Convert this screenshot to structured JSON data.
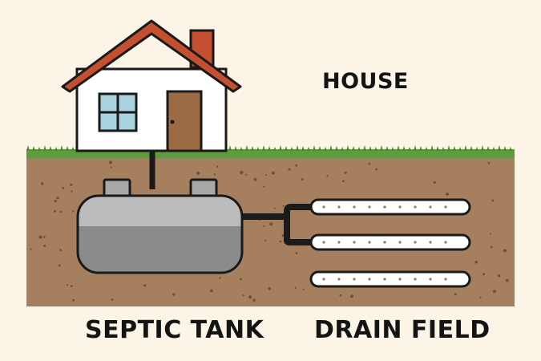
{
  "labels": {
    "house": "HOUSE",
    "septic_tank": "SEPTIC TANK",
    "drain_field": "DRAIN FIELD"
  },
  "colors": {
    "background": "#fbf4e7",
    "soil": "#a57f5e",
    "grass": "#5f9a3e",
    "roof": "#c4502f",
    "chimney": "#c4502f",
    "house_wall": "#ffffff",
    "door": "#9c6b43",
    "window": "#a9d3df",
    "tank_upper": "#bcbcbc",
    "tank_lower": "#8b8b8b",
    "pipe": "#1a1a1a",
    "drain_pipe": "#ffffff"
  },
  "icons": {
    "house": "house-icon",
    "tank": "septic-tank-icon",
    "drain_pipes": "perforated-pipe-icon"
  }
}
